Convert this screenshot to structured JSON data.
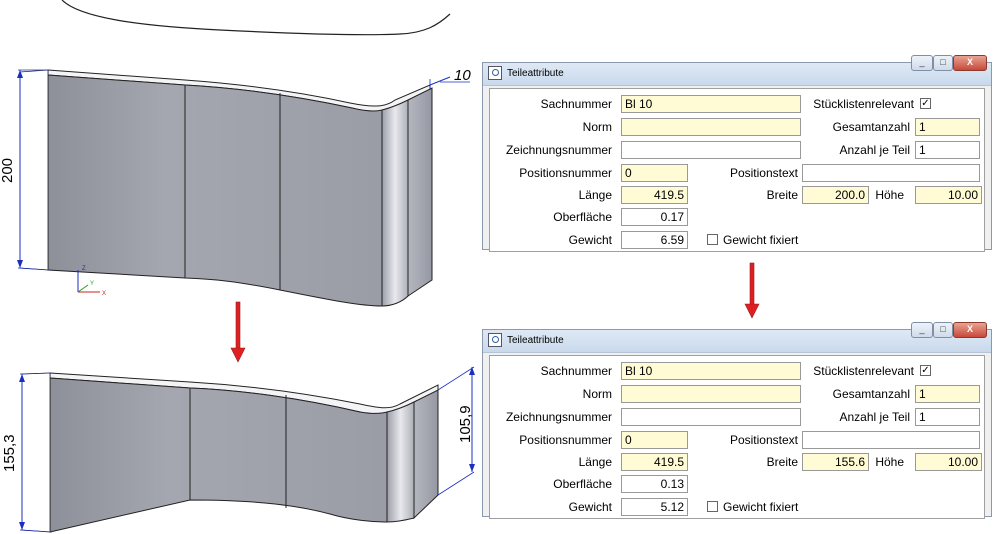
{
  "colors": {
    "dialog_bg": "#f0f0f0",
    "field_yellow": "#fffbd5",
    "arrow_red": "#e02020",
    "dimension_blue": "#1a2fc0"
  },
  "scene": {
    "top_part": {
      "height_dim": "200",
      "thickness_dim": "10",
      "axis_z": "Z",
      "axis_y": "Y",
      "axis_x": "X"
    },
    "bottom_part": {
      "left_height_dim": "155,3",
      "right_height_dim": "105,9"
    }
  },
  "dialogs": [
    {
      "title": "Teileattribute",
      "window_buttons": [
        "_",
        "□",
        "X"
      ],
      "sachnummer_label": "Sachnummer",
      "sachnummer": "Bl 10",
      "norm_label": "Norm",
      "norm": "",
      "zeichnungsnummer_label": "Zeichnungsnummer",
      "zeichnungsnummer": "",
      "positionsnummer_label": "Positionsnummer",
      "positionsnummer": "0",
      "positionstext_label": "Positionstext",
      "positionstext": "",
      "laenge_label": "Länge",
      "laenge": "419.5",
      "breite_label": "Breite",
      "breite": "200.0",
      "hoehe_label": "Höhe",
      "hoehe": "10.00",
      "oberflaeche_label": "Oberfläche",
      "oberflaeche": "0.17",
      "gewicht_label": "Gewicht",
      "gewicht": "6.59",
      "gewicht_fixiert_label": "Gewicht fixiert",
      "gewicht_fixiert_checked": false,
      "stuecklisten_label": "Stücklistenrelevant",
      "stuecklisten_checked": true,
      "stuecklisten_mark": "✓",
      "gesamtanzahl_label": "Gesamtanzahl",
      "gesamtanzahl": "1",
      "anzahl_label": "Anzahl je Teil",
      "anzahl": "1"
    },
    {
      "title": "Teileattribute",
      "window_buttons": [
        "_",
        "□",
        "X"
      ],
      "sachnummer_label": "Sachnummer",
      "sachnummer": "Bl 10",
      "norm_label": "Norm",
      "norm": "",
      "zeichnungsnummer_label": "Zeichnungsnummer",
      "zeichnungsnummer": "",
      "positionsnummer_label": "Positionsnummer",
      "positionsnummer": "0",
      "positionstext_label": "Positionstext",
      "positionstext": "",
      "laenge_label": "Länge",
      "laenge": "419.5",
      "breite_label": "Breite",
      "breite": "155.6",
      "hoehe_label": "Höhe",
      "hoehe": "10.00",
      "oberflaeche_label": "Oberfläche",
      "oberflaeche": "0.13",
      "gewicht_label": "Gewicht",
      "gewicht": "5.12",
      "gewicht_fixiert_label": "Gewicht fixiert",
      "gewicht_fixiert_checked": false,
      "stuecklisten_label": "Stücklistenrelevant",
      "stuecklisten_checked": true,
      "stuecklisten_mark": "✓",
      "gesamtanzahl_label": "Gesamtanzahl",
      "gesamtanzahl": "1",
      "anzahl_label": "Anzahl je Teil",
      "anzahl": "1"
    }
  ]
}
